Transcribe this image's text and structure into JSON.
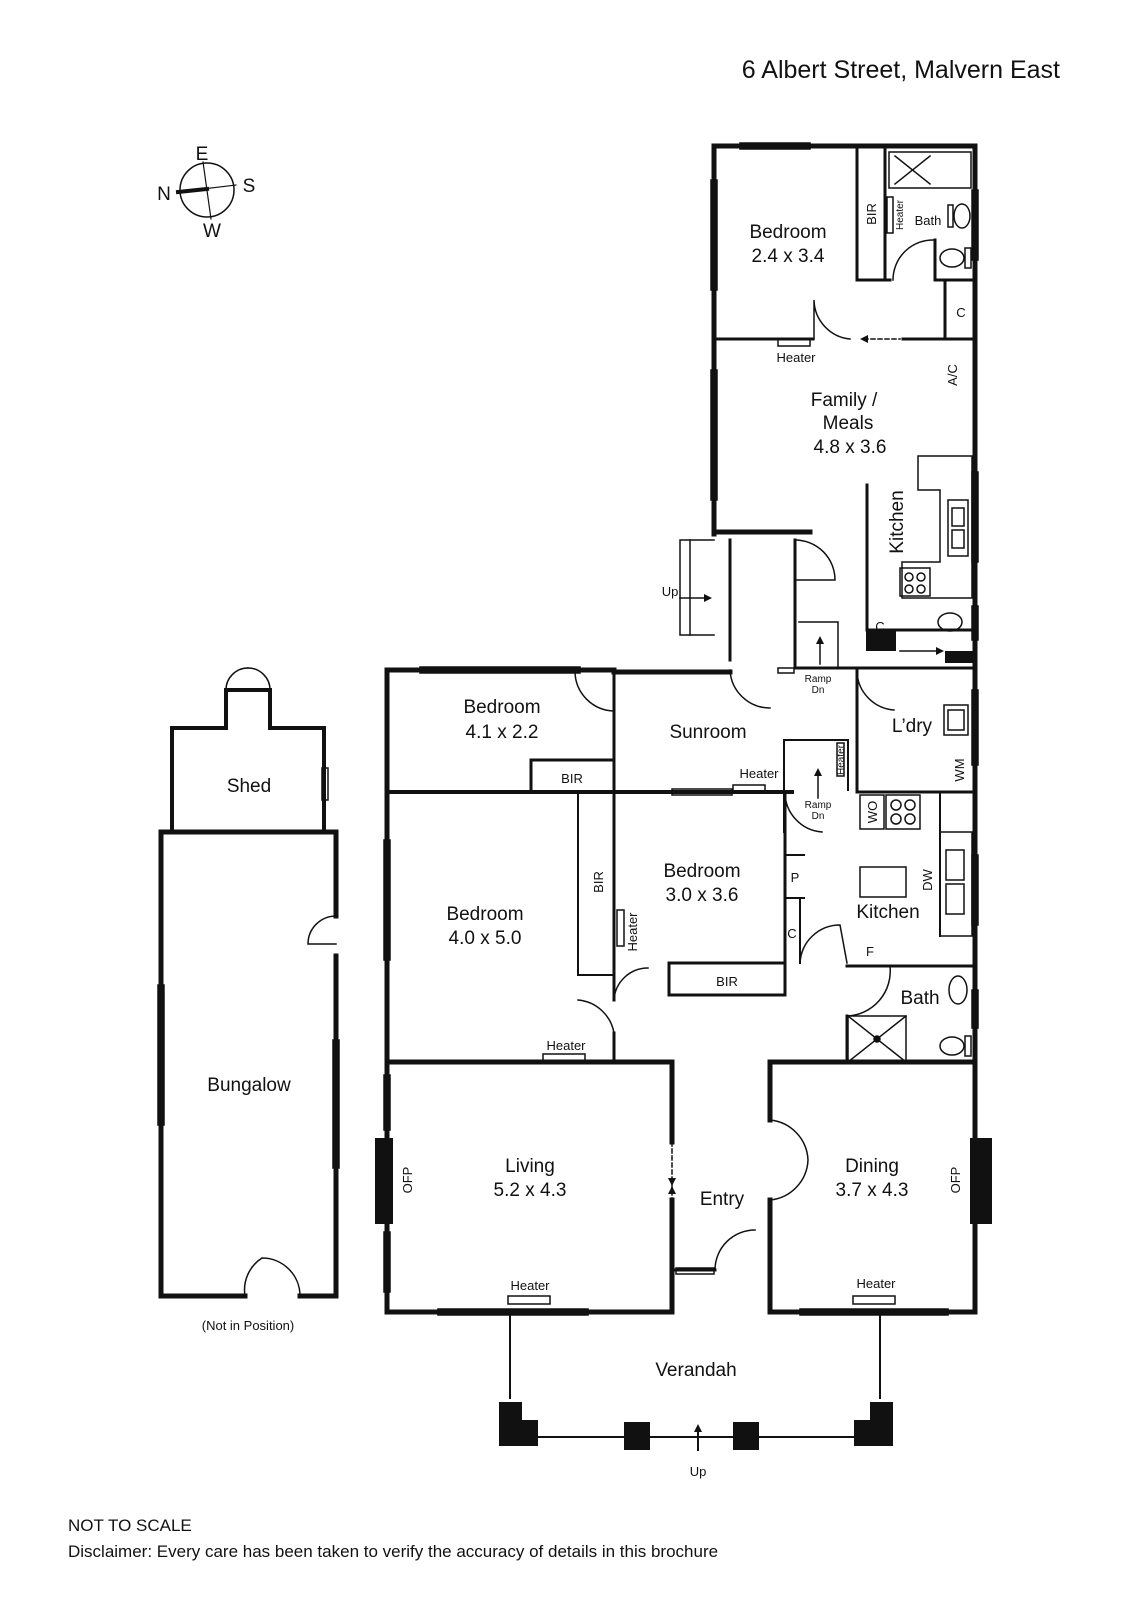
{
  "address": "6 Albert Street, Malvern East",
  "compass": {
    "north": "N",
    "east": "E",
    "south": "S",
    "west": "W"
  },
  "rooms": {
    "bedroom_rear": {
      "name": "Bedroom",
      "dims": "2.4 x 3.4"
    },
    "family": {
      "name_line1": "Family /",
      "name_line2": "Meals",
      "dims": "4.8 x 3.6"
    },
    "kitchen_rear": {
      "name": "Kitchen"
    },
    "bath_rear": {
      "name": "Bath"
    },
    "bedroom_small": {
      "name": "Bedroom",
      "dims": "4.1 x 2.2"
    },
    "sunroom": {
      "name": "Sunroom"
    },
    "laundry": {
      "name": "L’dry"
    },
    "bedroom_large": {
      "name": "Bedroom",
      "dims": "4.0 x 5.0"
    },
    "bedroom_mid": {
      "name": "Bedroom",
      "dims": "3.0 x 3.6"
    },
    "kitchen_main": {
      "name": "Kitchen"
    },
    "bath_main": {
      "name": "Bath"
    },
    "living": {
      "name": "Living",
      "dims": "5.2 x 4.3"
    },
    "entry": {
      "name": "Entry"
    },
    "dining": {
      "name": "Dining",
      "dims": "3.7 x 4.3"
    },
    "verandah": {
      "name": "Verandah"
    },
    "shed": {
      "name": "Shed"
    },
    "bungalow": {
      "name": "Bungalow",
      "note": "(Not in Position)"
    }
  },
  "labels": {
    "bir": "BIR",
    "heater": "Heater",
    "cupboard": "C",
    "ac": "A/C",
    "up": "Up",
    "ramp_line1": "Ramp",
    "ramp_line2": "Dn",
    "wm": "WM",
    "wo": "WO",
    "dw": "DW",
    "pantry": "P",
    "fridge": "F",
    "ofp": "OFP"
  },
  "footer": {
    "not_to_scale": "NOT TO SCALE",
    "disclaimer": "Disclaimer: Every care has been taken to verify the accuracy of details in this brochure"
  }
}
